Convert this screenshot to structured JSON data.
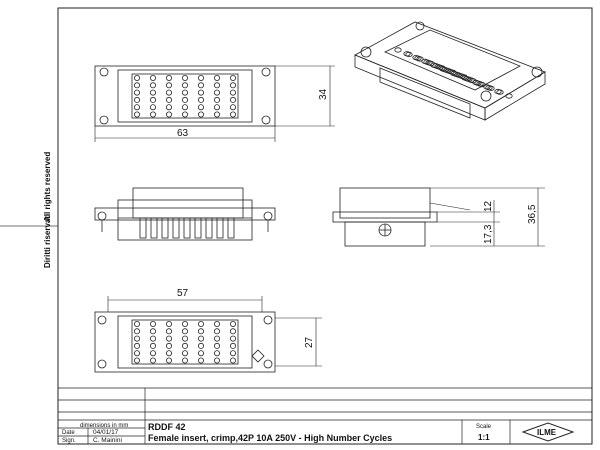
{
  "sheet": {
    "side_left_text": "Diritti riservati",
    "side_right_text": "All rights reserved"
  },
  "views": {
    "top_view": {
      "width_dim": "63",
      "height_dim": "34"
    },
    "side_view_right": {
      "dim_a": "36,5",
      "dim_b": "17,3",
      "dim_c": "12"
    },
    "bottom_view": {
      "width_dim": "57",
      "height_dim": "27"
    }
  },
  "title_block": {
    "units_note": "dimensions in mm",
    "date_label": "Date",
    "date_value": "04/01/17",
    "sign_label": "Sign.",
    "sign_value": "C. Mainini",
    "part_code": "RDDF 42",
    "description": "Female insert, crimp,42P 10A 250V - High Number Cycles",
    "scale_label": "Scale",
    "scale_value": "1:1",
    "logo_text": "ILME"
  }
}
